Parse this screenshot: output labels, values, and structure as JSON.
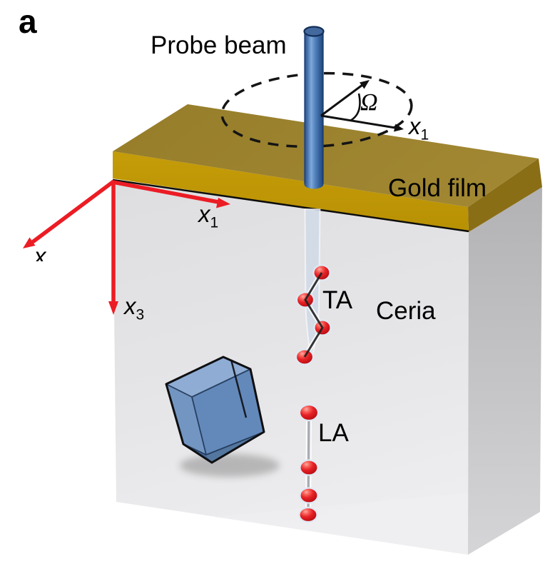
{
  "panel": {
    "label": "a"
  },
  "labels": {
    "probe_beam": "Probe beam",
    "gold_film": "Gold film",
    "ceria": "Ceria",
    "ta": "TA",
    "la": "LA",
    "omega": "Ω"
  },
  "axis_labels": {
    "x1_surface": {
      "base": "x",
      "sub": "1"
    },
    "x1": {
      "base": "x",
      "sub": "1"
    },
    "x2_clipped": {
      "base": "x"
    },
    "x3": {
      "base": "x",
      "sub": "3"
    }
  },
  "colors": {
    "gold_top": "#a18732",
    "gold_front": "#c59c08",
    "gold_side": "#8a6e16",
    "ceria_front": "#e4e4e6",
    "ceria_side_top": "#b2b2b4",
    "ceria_side_bottom": "#d5d5d7",
    "probe_beam_blue": "#4a74ae",
    "beam_in_crystal": "#cfd9e6",
    "phonon_red": "#e62226",
    "axis_red": "#ec1c24",
    "cube_top": "#8fadd4",
    "cube_front": "#6389bb",
    "cube_left": "#7395c1",
    "cube_bottom": "#47699b",
    "edge_black": "#111111"
  }
}
